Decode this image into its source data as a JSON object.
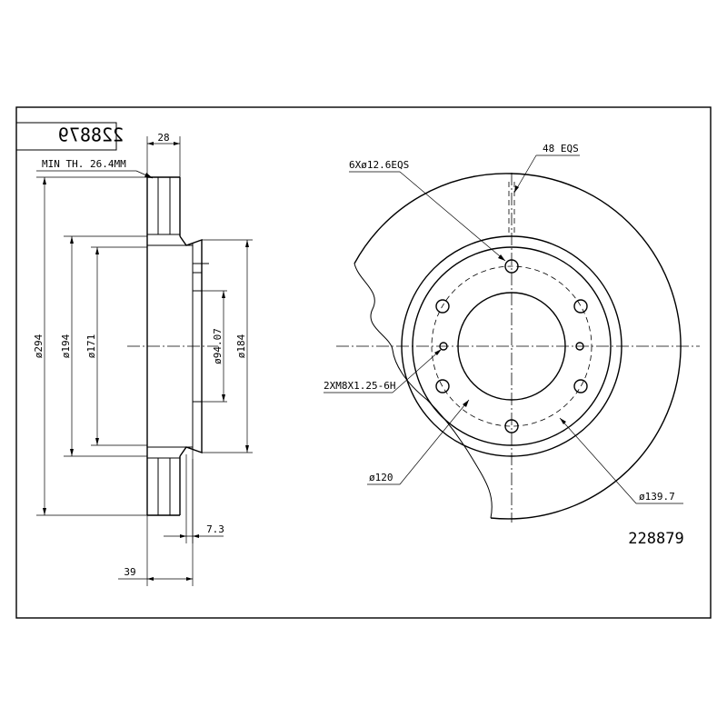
{
  "part_number": "228879",
  "title_box_mirrored": "228879",
  "dimensions": {
    "disc_thickness": "28",
    "min_thickness": "MIN TH. 26.4MM",
    "outer_diameter": "ø294",
    "d194": "ø194",
    "d171": "ø171",
    "center_bore": "ø94.07",
    "hat_diameter": "ø184",
    "hat_step": "7.3",
    "overall_height": "39",
    "bolt_holes": "6Xø12.6EQS",
    "vent_count": "48 EQS",
    "thread_holes": "2XM8X1.25-6H",
    "d120": "ø120",
    "pcd": "ø139.7"
  }
}
